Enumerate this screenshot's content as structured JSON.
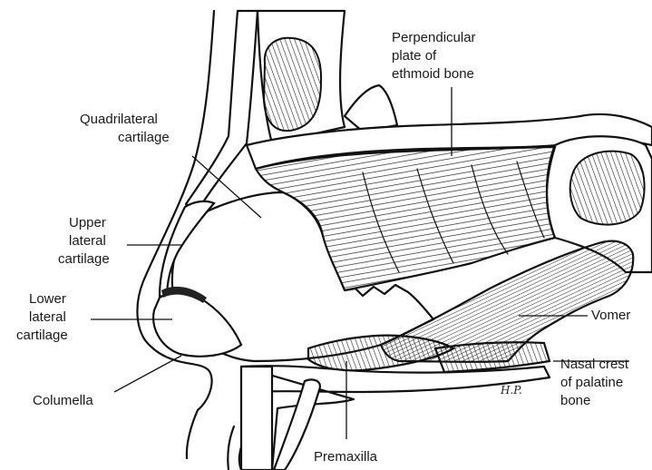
{
  "labels": {
    "perpendicular_plate": [
      "Perpendicular",
      "plate of",
      "ethmoid bone"
    ],
    "quadrilateral_cartilage": [
      "Quadrilateral",
      "cartilage"
    ],
    "upper_lateral_cartilage": [
      "Upper",
      "lateral",
      "cartilage"
    ],
    "lower_lateral_cartilage": [
      "Lower",
      "lateral",
      "cartilage"
    ],
    "columella": [
      "Columella"
    ],
    "vomer": [
      "Vomer"
    ],
    "nasal_crest": [
      "Nasal crest",
      "of palatine",
      "bone"
    ],
    "premaxilla": [
      "Premaxilla"
    ]
  },
  "signature": "H.P."
}
